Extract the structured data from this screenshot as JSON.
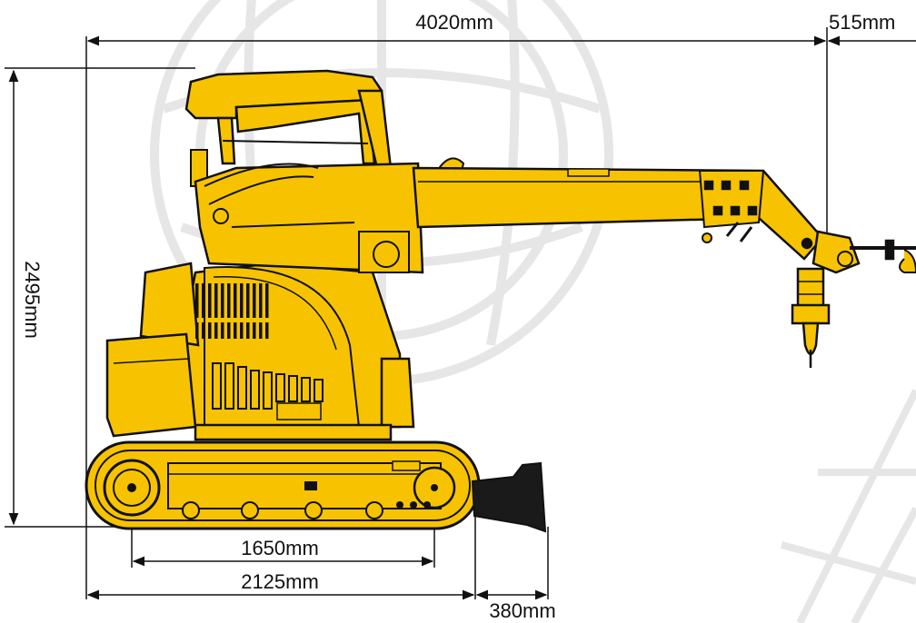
{
  "dimensions": {
    "overall_length": "4020mm",
    "hook_extension": "515mm",
    "overall_height": "2495mm",
    "tumbler_center_distance": "1650mm",
    "track_length": "2125mm",
    "blade_projection": "380mm"
  },
  "colors": {
    "body_yellow": "#f7c300",
    "outline": "#111111",
    "dark": "#1a1a1a",
    "watermark": "#e4e4e4",
    "dimension_line": "#111111"
  }
}
